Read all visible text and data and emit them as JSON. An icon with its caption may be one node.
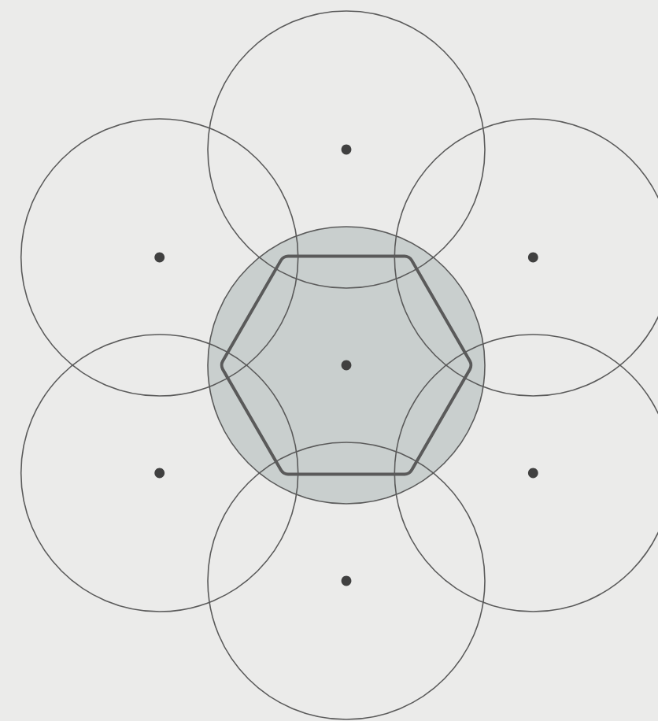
{
  "diagram": {
    "nodes": [
      {
        "text": [],
        "shape": "circle"
      },
      {
        "text": [],
        "shape": "circle"
      },
      {
        "text": [],
        "shape": "circle"
      },
      {
        "text": [],
        "shape": "circle"
      },
      {
        "text": [],
        "shape": "hexagon",
        "in": 3
      },
      {
        "text": [],
        "shape": "circle"
      },
      {
        "text": [],
        "shape": "circle"
      },
      {
        "text": [],
        "shape": "circle"
      }
    ]
  }
}
